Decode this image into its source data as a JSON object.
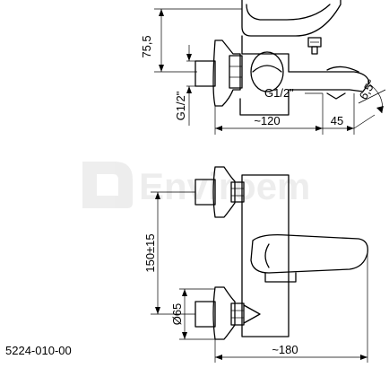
{
  "watermark": {
    "text": "Enviroem"
  },
  "top_view": {
    "height_dim": "75,5",
    "thread_side": "G1/2\"",
    "thread_spout": "G1/2\"",
    "spout_angle_dim": "6,5°",
    "length_dim": "~120",
    "spout_offset_dim": "45"
  },
  "front_view": {
    "height_dim": "150±15",
    "diameter_dim": "Ø65",
    "width_dim": "~180"
  },
  "model_number": "5224-010-00"
}
